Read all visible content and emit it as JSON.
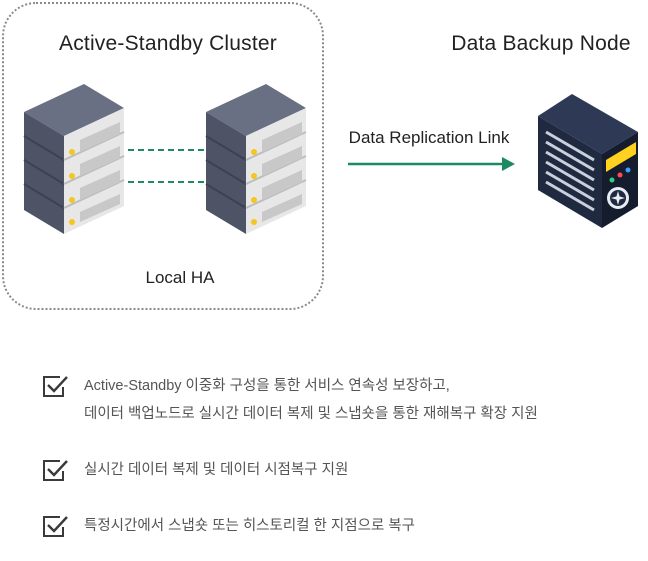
{
  "cluster": {
    "title": "Active-Standby Cluster",
    "sublabel": "Local HA"
  },
  "backup": {
    "title": "Data Backup Node"
  },
  "link": {
    "label": "Data Replication Link"
  },
  "colors": {
    "link_green": "#1e8a62",
    "server_dark": "#4e5466",
    "server_light": "#eaeaea",
    "led_yellow": "#f5c520",
    "backup_blue": "#1f2a40",
    "backup_yellow": "#ffd21f"
  },
  "features": [
    {
      "line1": "Active-Standby 이중화 구성을 통한 서비스 연속성 보장하고,",
      "line2": "데이터 백업노드로 실시간 데이터 복제 및 스냅숏을 통한 재해복구 확장 지원"
    },
    {
      "line1": "실시간 데이터 복제 및 데이터 시점복구 지원"
    },
    {
      "line1": "특정시간에서 스냅숏 또는 히스토리컬 한 지점으로 복구"
    }
  ],
  "icons": {
    "server": "rack-server-icon",
    "backup": "backup-server-icon",
    "check": "checkbox-check-icon"
  }
}
